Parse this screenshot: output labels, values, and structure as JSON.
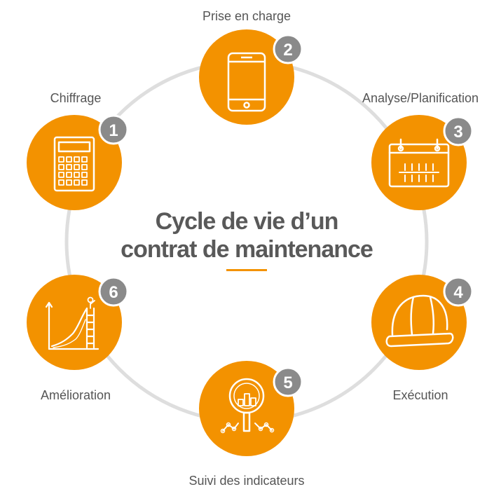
{
  "title": {
    "line1": "Cycle de vie d’un",
    "line2": "contrat de maintenance"
  },
  "colors": {
    "accent": "#f39200",
    "badge": "#8a8a8a",
    "ring": "#dedede",
    "text": "#595959"
  },
  "steps": [
    {
      "number": "1",
      "label": "Chiffrage",
      "icon": "calculator-icon"
    },
    {
      "number": "2",
      "label": "Prise en charge",
      "icon": "smartphone-icon"
    },
    {
      "number": "3",
      "label": "Analyse/Planification",
      "icon": "calendar-icon"
    },
    {
      "number": "4",
      "label": "Exécution",
      "icon": "hard-hat-icon"
    },
    {
      "number": "5",
      "label": "Suivi des indicateurs",
      "icon": "magnifier-chart-icon"
    },
    {
      "number": "6",
      "label": "Amélioration",
      "icon": "growth-chart-icon"
    }
  ]
}
